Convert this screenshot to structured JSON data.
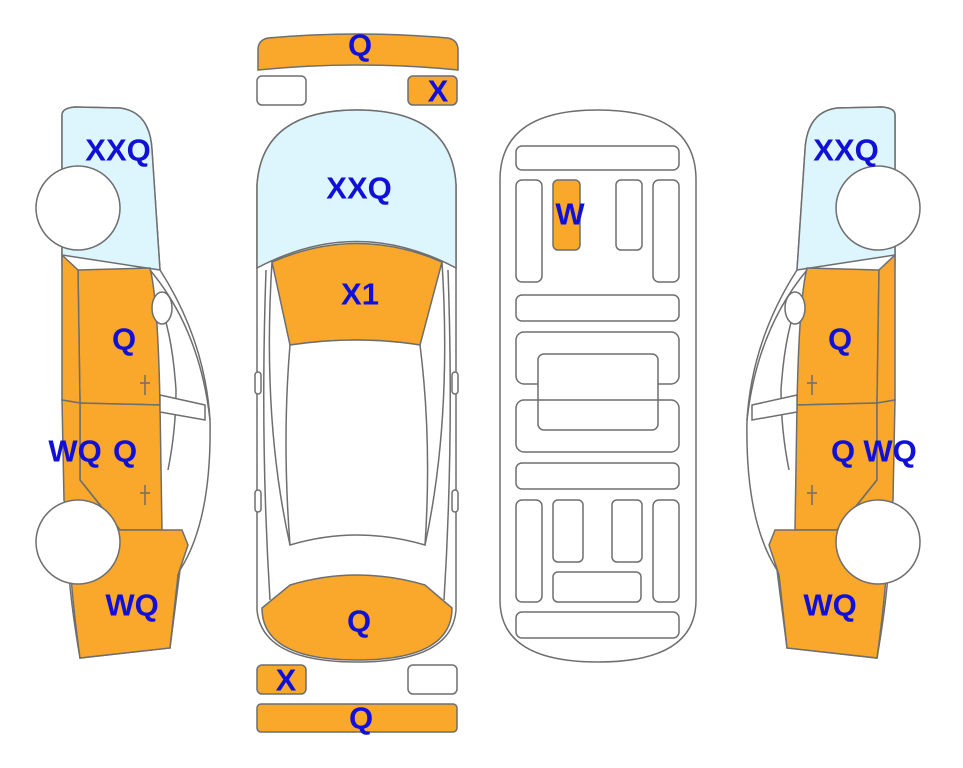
{
  "colors": {
    "damage_fill": "#F9A82B",
    "glass_fill": "#DDF5FC",
    "label": "#1010D8",
    "outline": "#6E6E6E",
    "background": "#FFFFFF"
  },
  "labels": {
    "front_bumper": "Q",
    "front_right_lamp": "X",
    "windshield": "XXQ",
    "hood": "X1",
    "trunk": "Q",
    "rear_left_lamp": "X",
    "rear_bumper": "Q",
    "underbody_part": "W",
    "left_windshield": "XXQ",
    "left_front_door": "Q",
    "left_rocker": "WQ",
    "left_rear_door": "Q",
    "left_rear_quarter": "WQ",
    "right_windshield": "XXQ",
    "right_front_door": "Q",
    "right_rear_door": "Q",
    "right_rocker": "WQ",
    "right_rear_quarter": "WQ"
  }
}
